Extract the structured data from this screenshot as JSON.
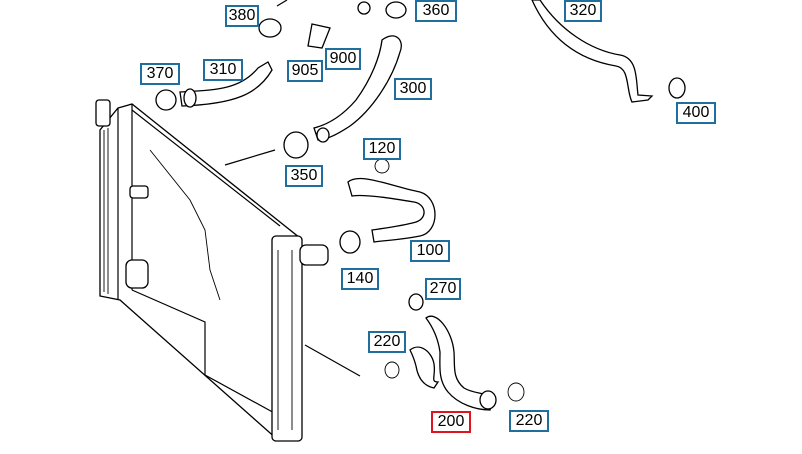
{
  "diagram": {
    "selected_callout": "200",
    "accent_color": "#1f6f9e",
    "highlight_color": "#e0141e",
    "callouts": [
      {
        "id": "c380",
        "label": "380"
      },
      {
        "id": "c360",
        "label": "360"
      },
      {
        "id": "c320",
        "label": "320"
      },
      {
        "id": "c370",
        "label": "370"
      },
      {
        "id": "c310",
        "label": "310"
      },
      {
        "id": "c905",
        "label": "905"
      },
      {
        "id": "c900",
        "label": "900"
      },
      {
        "id": "c300",
        "label": "300"
      },
      {
        "id": "c400",
        "label": "400"
      },
      {
        "id": "c120",
        "label": "120"
      },
      {
        "id": "c350",
        "label": "350"
      },
      {
        "id": "c100",
        "label": "100"
      },
      {
        "id": "c140",
        "label": "140"
      },
      {
        "id": "c270",
        "label": "270"
      },
      {
        "id": "c220a",
        "label": "220"
      },
      {
        "id": "c200",
        "label": "200"
      },
      {
        "id": "c220b",
        "label": "220"
      }
    ]
  }
}
